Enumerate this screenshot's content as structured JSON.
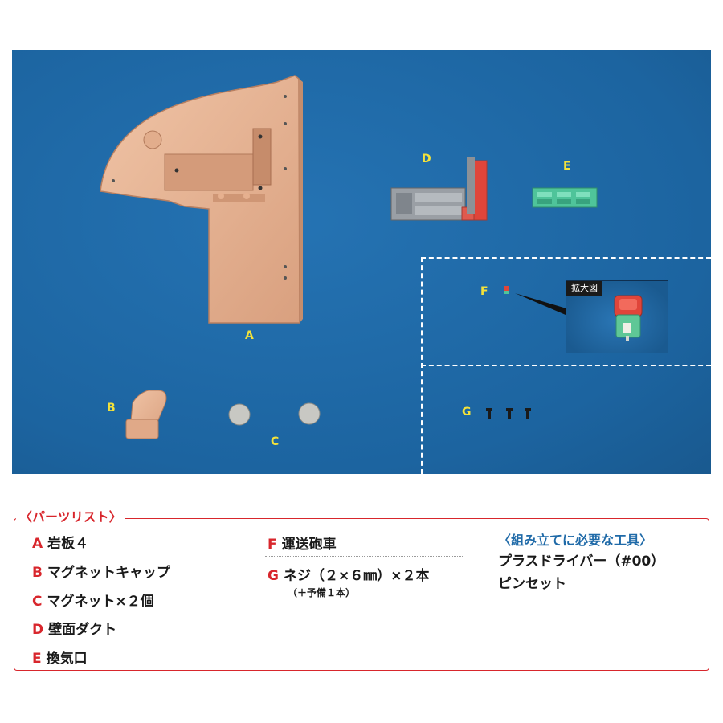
{
  "photo": {
    "labels": {
      "a": "A",
      "b": "B",
      "c": "C",
      "d": "D",
      "e": "E",
      "f": "F",
      "g": "G"
    },
    "zoom_title": "拡大図",
    "colors": {
      "background": "#1f6aa8",
      "label": "#f4e23a",
      "part_tan": "#e8b494",
      "part_green": "#4fc49a",
      "part_red": "#e0453a"
    }
  },
  "parts_list": {
    "title": "〈パーツリスト〉",
    "items": [
      {
        "letter": "A",
        "name": "岩板４"
      },
      {
        "letter": "B",
        "name": "マグネットキャップ"
      },
      {
        "letter": "C",
        "name": "マグネット×２個"
      },
      {
        "letter": "D",
        "name": "壁面ダクト"
      },
      {
        "letter": "E",
        "name": "換気口"
      },
      {
        "letter": "F",
        "name": "運送砲車"
      },
      {
        "letter": "G",
        "name": "ネジ（２×６㎜）×２本",
        "note": "（＋予備１本）"
      }
    ],
    "accent_color": "#d8262c"
  },
  "tools": {
    "title": "〈組み立てに必要な工具〉",
    "items": [
      "プラスドライバー（#00）",
      "ピンセット"
    ],
    "title_color": "#1f6aa8"
  }
}
